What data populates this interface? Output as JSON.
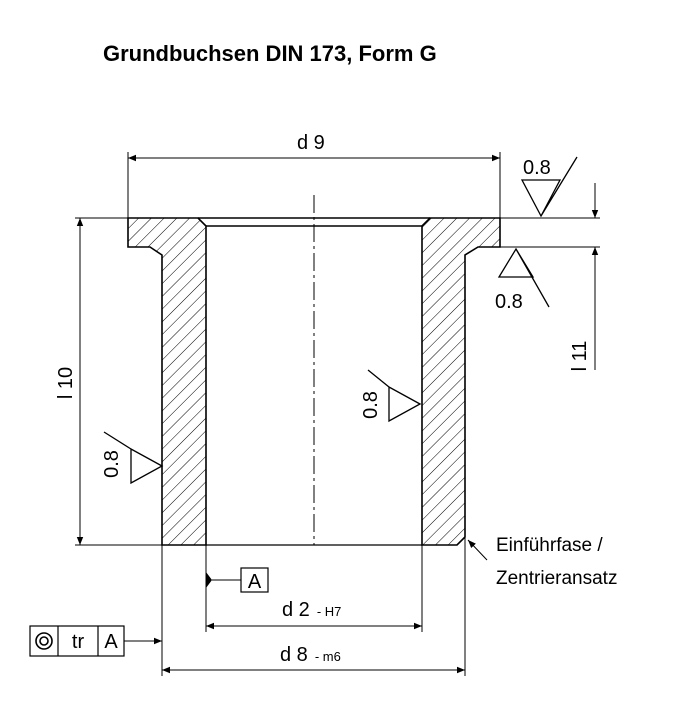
{
  "title": "Grundbuchsen DIN 173, Form G",
  "dimensions": {
    "d9": "d 9",
    "l10": "l 10",
    "l11": "l 11",
    "d2": "d 2",
    "d2_tol": "- H7",
    "d8": "d 8",
    "d8_tol": "- m6"
  },
  "surface_finish": {
    "top_face": "0.8",
    "collar_face": "0.8",
    "bore": "0.8",
    "outer": "0.8"
  },
  "datum": {
    "label": "A"
  },
  "feature_control_frame": {
    "symbol": "concentricity-icon",
    "tolerance": "tr",
    "datum": "A"
  },
  "note": {
    "line1": "Einführfase /",
    "line2": "Zentrieransatz"
  }
}
